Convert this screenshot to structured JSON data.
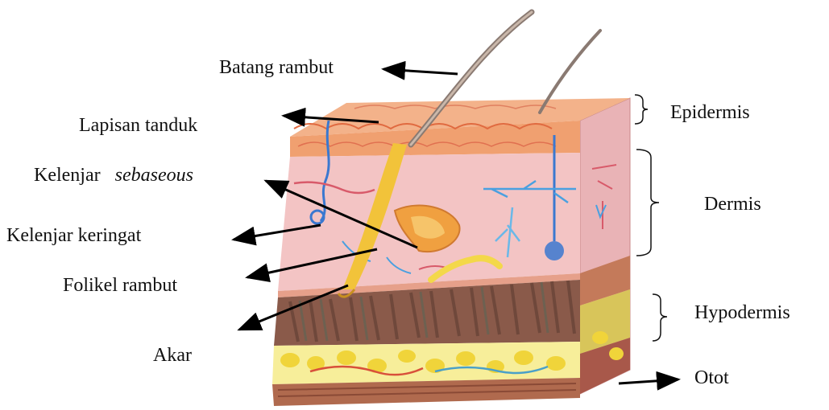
{
  "labels": {
    "batang_rambut": "Batang rambut",
    "lapisan_tanduk": "Lapisan tanduk",
    "kelenjar": "Kelenjar",
    "sebaseous": "sebaseous",
    "kelenjar_keringat": "Kelenjar keringat",
    "folikel_rambut": "Folikel rambut",
    "akar": "Akar",
    "epidermis": "Epidermis",
    "dermis": "Dermis",
    "hypodermis": "Hypodermis",
    "otot": "Otot"
  },
  "colors": {
    "epidermis": "#f0a070",
    "dermis": "#f3c4c4",
    "hypodermis_band": "#8a5a4a",
    "fat": "#f3e36a",
    "muscle": "#b06a4e",
    "hair": "#8a7a72",
    "follicle": "#f2c33a",
    "sebaceous": "#f0a040",
    "vessel_blue": "#3a78d0",
    "vessel_red": "#d85a6a",
    "arrow": "#000000"
  }
}
